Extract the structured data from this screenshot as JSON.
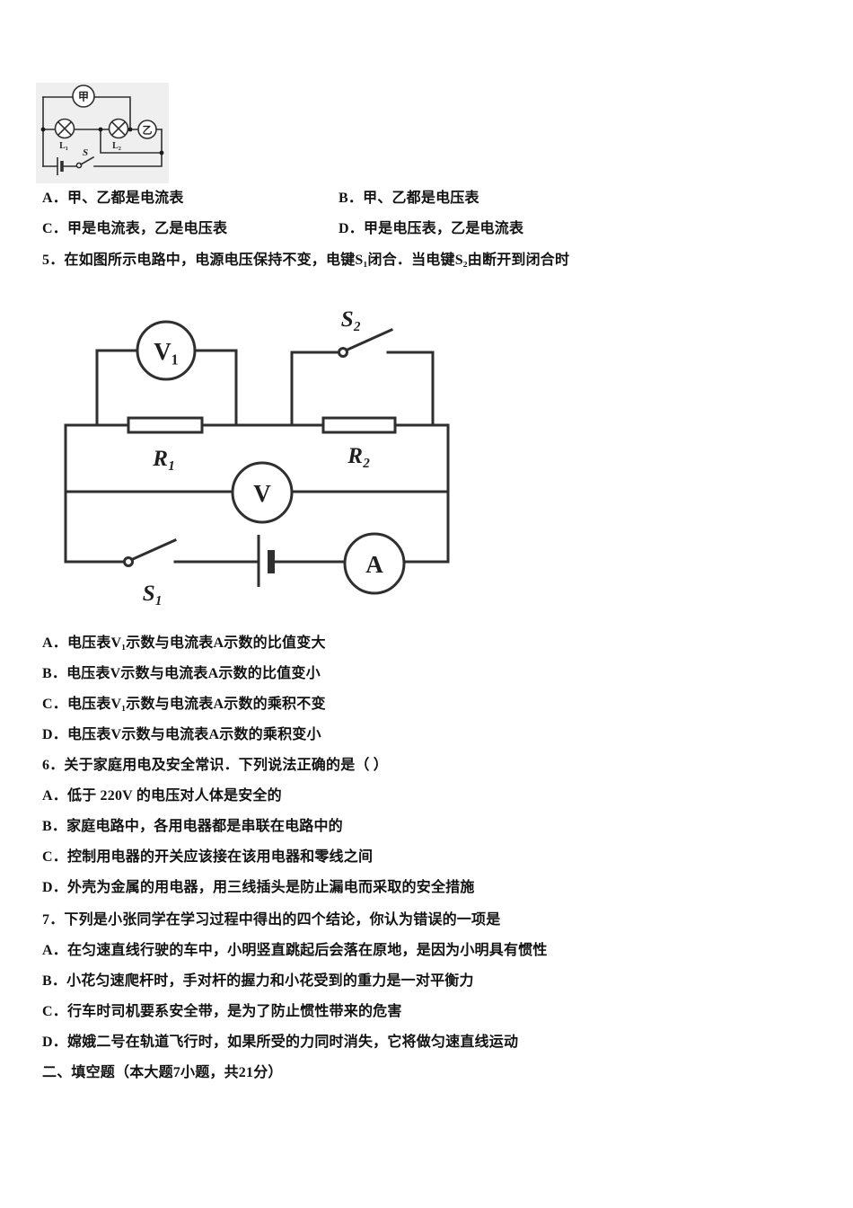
{
  "colors": {
    "ink": "#121212",
    "paper": "#ffffff",
    "scan_bg": "#efefef",
    "wire": "#2f2f2f"
  },
  "q4": {
    "figure": {
      "meter_top": "甲",
      "meter_right": "乙",
      "lamp_left": "L₁",
      "lamp_right": "L₂",
      "switch": "S"
    },
    "options": [
      "A．甲、乙都是电流表",
      "B．甲、乙都是电压表",
      "C．甲是电流表，乙是电压表",
      "D．甲是电压表，乙是电流表"
    ]
  },
  "q5": {
    "stem": "5．在如图所示电路中，电源电压保持不变，电键S₁闭合．当电键S₂由断开到闭合时",
    "figure": {
      "voltmeter1": "V₁",
      "voltmeter": "V",
      "ammeter": "A",
      "resistor1": "R₁",
      "resistor2": "R₂",
      "switch1": "S₁",
      "switch2": "S₂"
    },
    "options": [
      "A．电压表V₁示数与电流表A示数的比值变大",
      "B．电压表V示数与电流表A示数的比值变小",
      "C．电压表V₁示数与电流表A示数的乘积不变",
      "D．电压表V示数与电流表A示数的乘积变小"
    ]
  },
  "q6": {
    "stem": "6．关于家庭用电及安全常识．下列说法正确的是（ ）",
    "options": [
      "A．低于 220V 的电压对人体是安全的",
      "B．家庭电路中，各用电器都是串联在电路中的",
      "C．控制用电器的开关应该接在该用电器和零线之间",
      "D．外壳为金属的用电器，用三线插头是防止漏电而采取的安全措施"
    ]
  },
  "q7": {
    "stem": "7．下列是小张同学在学习过程中得出的四个结论，你认为错误的一项是",
    "options": [
      "A．在匀速直线行驶的车中，小明竖直跳起后会落在原地，是因为小明具有惯性",
      "B．小花匀速爬杆时，手对杆的握力和小花受到的重力是一对平衡力",
      "C．行车时司机要系安全带，是为了防止惯性带来的危害",
      "D．嫦娥二号在轨道飞行时，如果所受的力同时消失，它将做匀速直线运动"
    ]
  },
  "section2": {
    "title": "二、填空题（本大题7小题，共21分）"
  }
}
